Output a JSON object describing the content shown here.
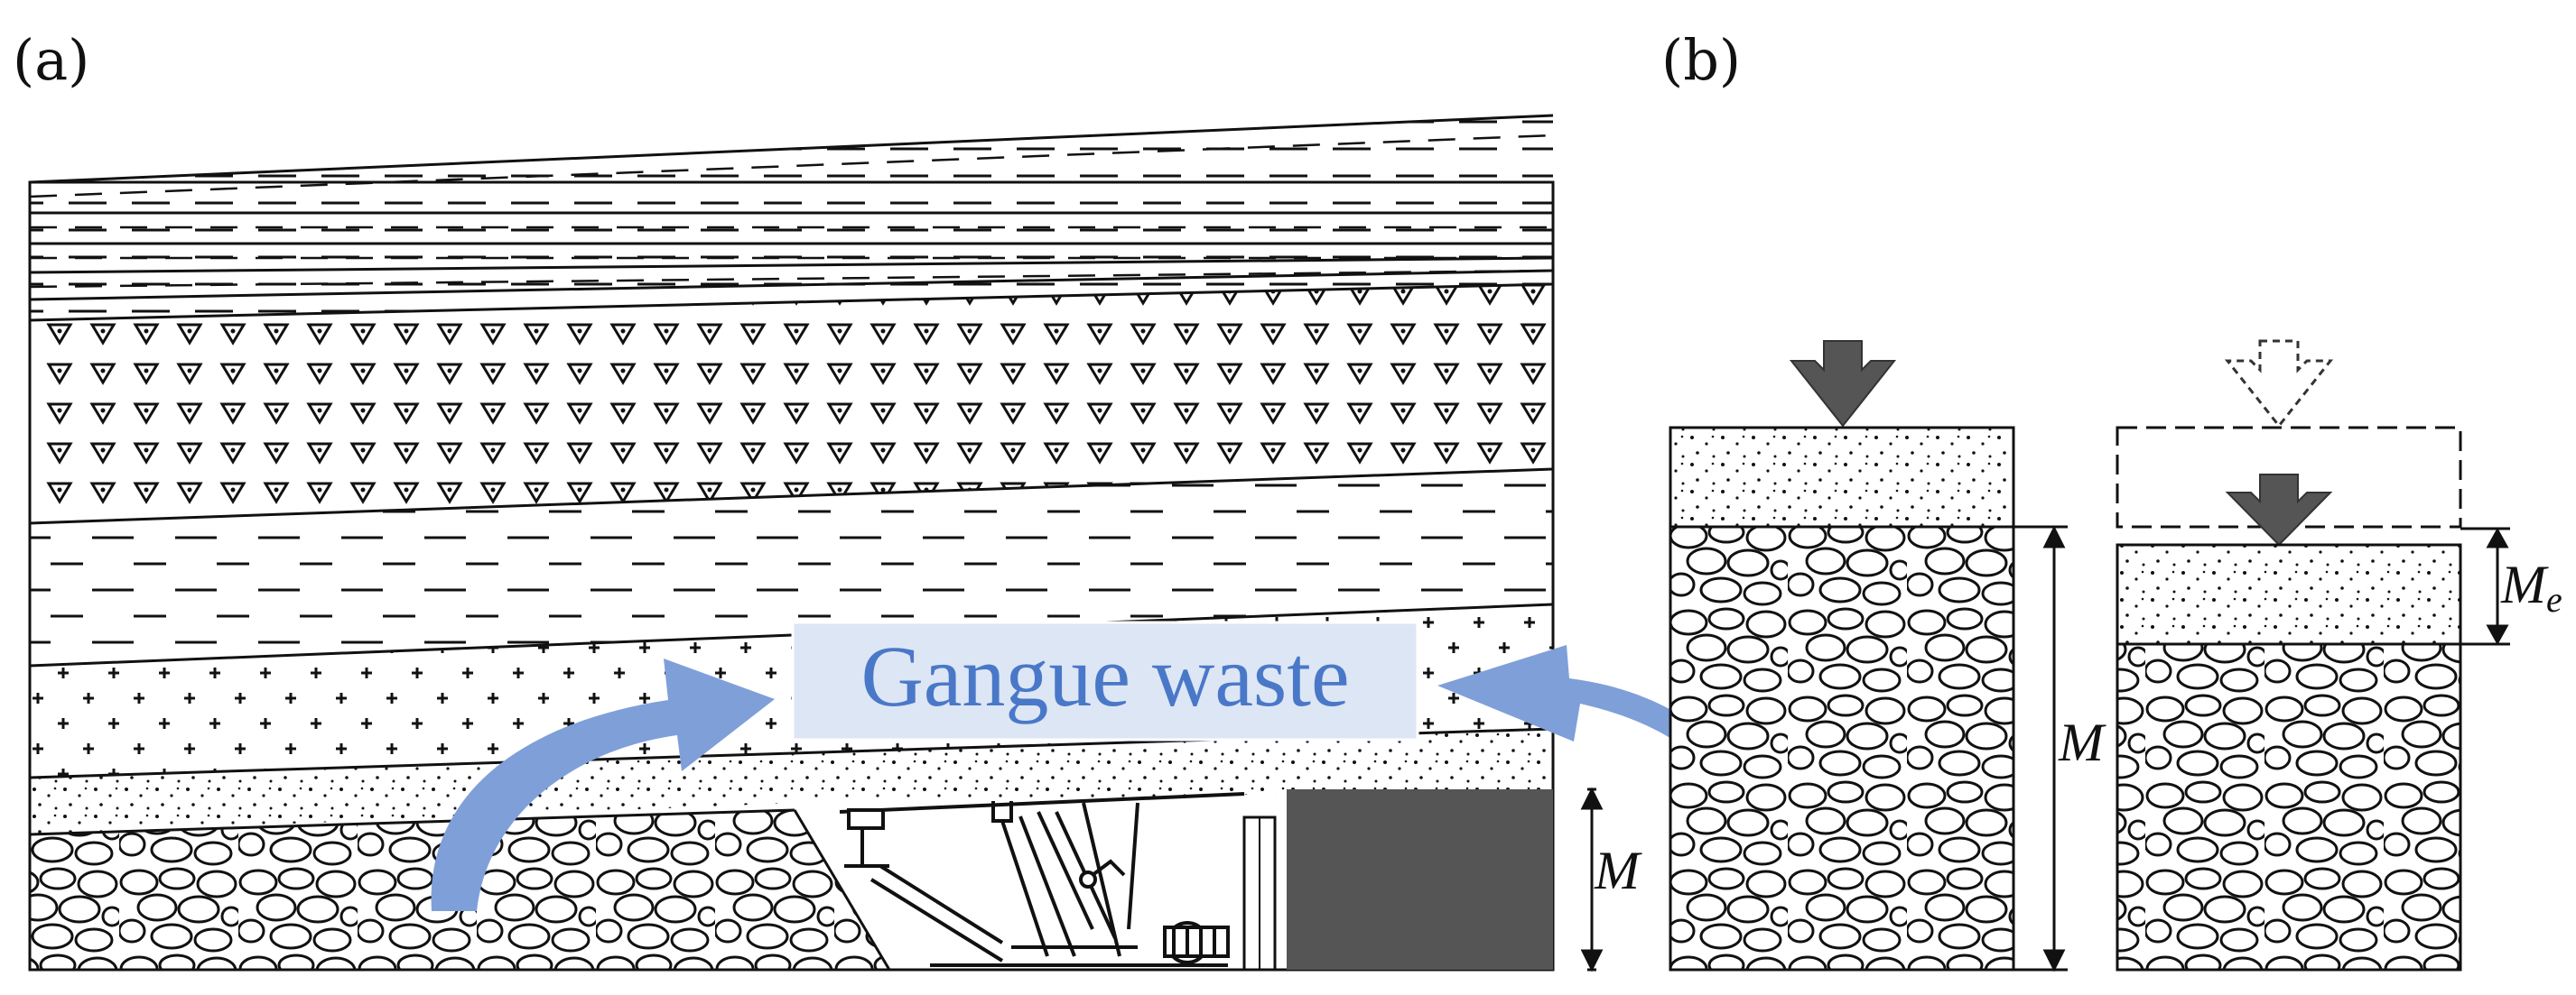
{
  "panel_a": {
    "label": "(a)"
  },
  "panel_b": {
    "label": "(b)"
  },
  "gangue_label": "Gangue waste",
  "mining_height_label": "M",
  "compressed_height_label": "M",
  "compressed_height_subscript": "e",
  "colors": {
    "line": "#111111",
    "arrow_blue": "#7f9fd9",
    "label_box": "#dde6f4",
    "label_text": "#4a78c8",
    "press_arrow": "#555555",
    "coal_block": "#555555"
  }
}
